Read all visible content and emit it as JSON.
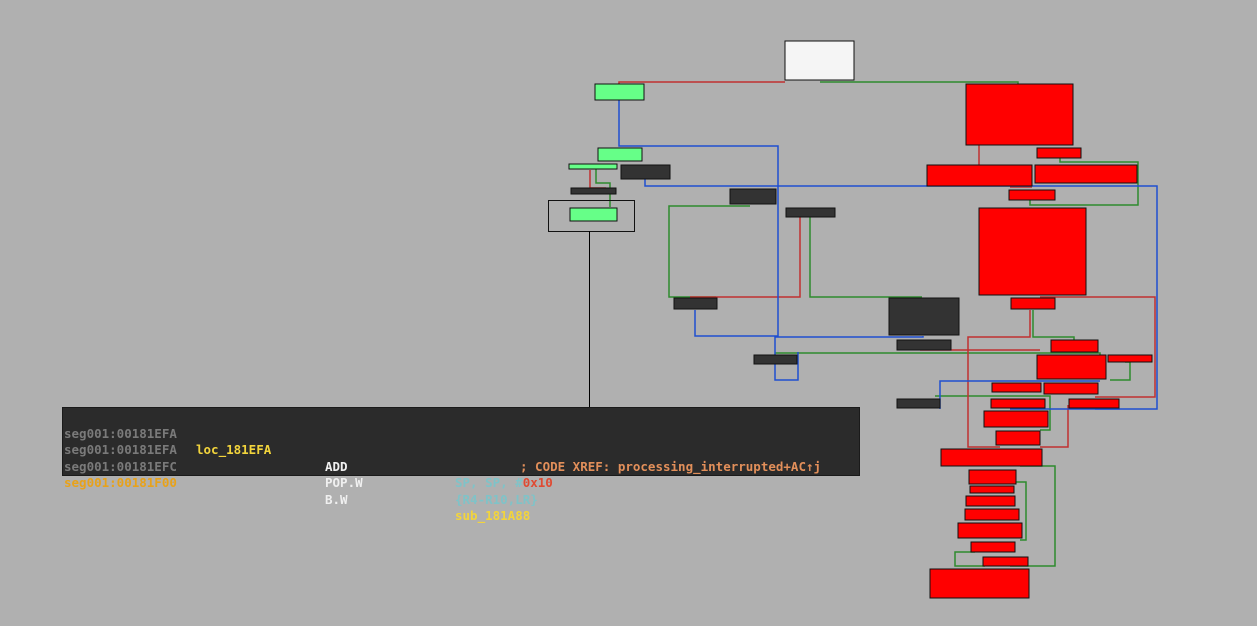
{
  "graph": {
    "colors": {
      "background": "#b0b0b0",
      "entry_block": "#f5f5f5",
      "selected_block": "#66ff88",
      "dark_block": "#333333",
      "red_block": "#ff0000",
      "edge_true": "#2e8b2e",
      "edge_false": "#c03030",
      "edge_jump": "#1f4fd0",
      "hover_line": "#000000"
    }
  },
  "tooltip": {
    "lines": [
      {
        "address": "seg001:00181EFA",
        "label": "loc_181EFA",
        "mnemonic": "",
        "operands": "",
        "comment": "; CODE XREF: processing_interrupted+AC↑j"
      },
      {
        "address": "seg001:00181EFA",
        "label": "",
        "mnemonic": "ADD",
        "op_regs": "SP, SP, #",
        "op_num": "0x10",
        "comment": ""
      },
      {
        "address": "seg001:00181EFC",
        "label": "",
        "mnemonic": "POP.W",
        "operands": "{R4-R10,LR}",
        "comment": ""
      },
      {
        "address": "seg001:00181F00",
        "label": "",
        "mnemonic": "B.W",
        "target": "sub_181A88",
        "comment": ""
      }
    ]
  }
}
